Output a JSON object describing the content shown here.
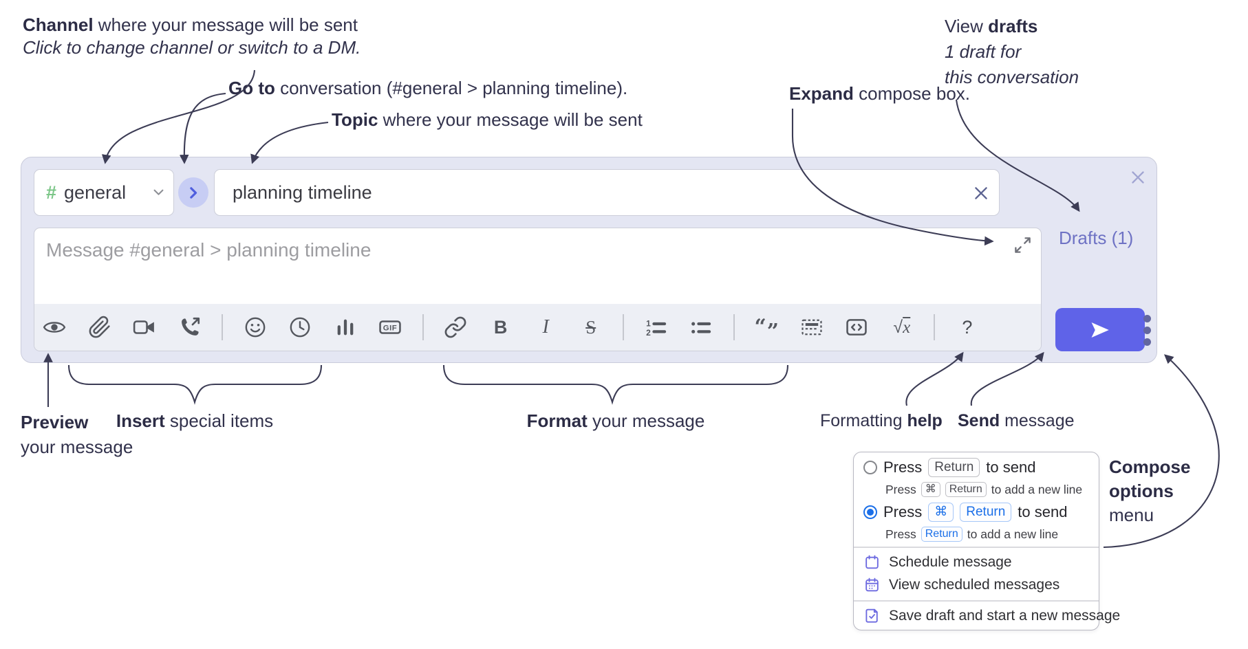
{
  "annotations": {
    "channel_bold": "Channel",
    "channel_rest": " where your message will be sent",
    "channel_italic": "Click to change channel or switch to a DM.",
    "goto_bold": "Go to",
    "goto_rest": " conversation (#general > planning timeline).",
    "topic_bold": "Topic",
    "topic_rest": " where your message will be sent",
    "expand_bold": "Expand",
    "expand_rest": " compose box.",
    "drafts_pre": "View ",
    "drafts_bold": "drafts",
    "drafts_italic1": "1 draft for",
    "drafts_italic2": "this conversation",
    "preview_bold": "Preview",
    "preview_rest": "your message",
    "insert_bold": "Insert",
    "insert_rest": " special items",
    "format_bold": "Format",
    "format_rest": " your message",
    "help_pre": "Formatting ",
    "help_bold": "help",
    "send_bold": "Send",
    "send_rest": " message",
    "compose_options_bold1": "Compose",
    "compose_options_bold2": "options",
    "compose_options_rest": "menu"
  },
  "compose": {
    "channel_hash": "#",
    "channel_name": "general",
    "topic_value": "planning timeline",
    "message_placeholder": "Message #general > planning timeline",
    "drafts_link": "Drafts (1)",
    "toolbar": {
      "gif_label": "GIF",
      "bold_label": "B",
      "italic_label": "I",
      "strike_label": "S",
      "ol_1": "1",
      "ol_2": "2",
      "quote_open": "“",
      "quote_close": "”",
      "sqrt": "√",
      "math_x": "x",
      "help_label": "?"
    },
    "icon_names": [
      "preview-eye",
      "attach-paperclip",
      "start-video-call",
      "start-voice-call",
      "emoji",
      "global-time",
      "poll",
      "gif",
      "link",
      "bold",
      "italic",
      "strikethrough",
      "numbered-list",
      "bulleted-list",
      "quote",
      "spoiler",
      "code",
      "math-latex",
      "message-formatting-help",
      "send",
      "compose-options-ellipsis",
      "expand-diagonal",
      "close-x",
      "clear-topic-x",
      "chevron-down",
      "jump-to-conversation"
    ]
  },
  "popup": {
    "opt1_press": "Press",
    "opt1_key": "Return",
    "opt1_suffix": "to send",
    "opt1_sub_press": "Press",
    "opt1_sub_key1": "⌘",
    "opt1_sub_key2": "Return",
    "opt1_sub_suffix": "to add a new line",
    "opt2_press": "Press",
    "opt2_key1": "⌘",
    "opt2_key2": "Return",
    "opt2_suffix": "to send",
    "opt2_sub_press": "Press",
    "opt2_sub_key": "Return",
    "opt2_sub_suffix": "to add a new line",
    "item_schedule": "Schedule message",
    "item_view_scheduled": "View scheduled messages",
    "item_save_draft": "Save draft and start a new message"
  },
  "colors": {
    "send_button": "#5f63e8",
    "drafts_link": "#6e72c4",
    "channel_hash_green": "#7cc688",
    "selected_radio_blue": "#1b6fe8",
    "compose_background": "#e4e6f3",
    "annotation_ink": "#3c3c55"
  }
}
